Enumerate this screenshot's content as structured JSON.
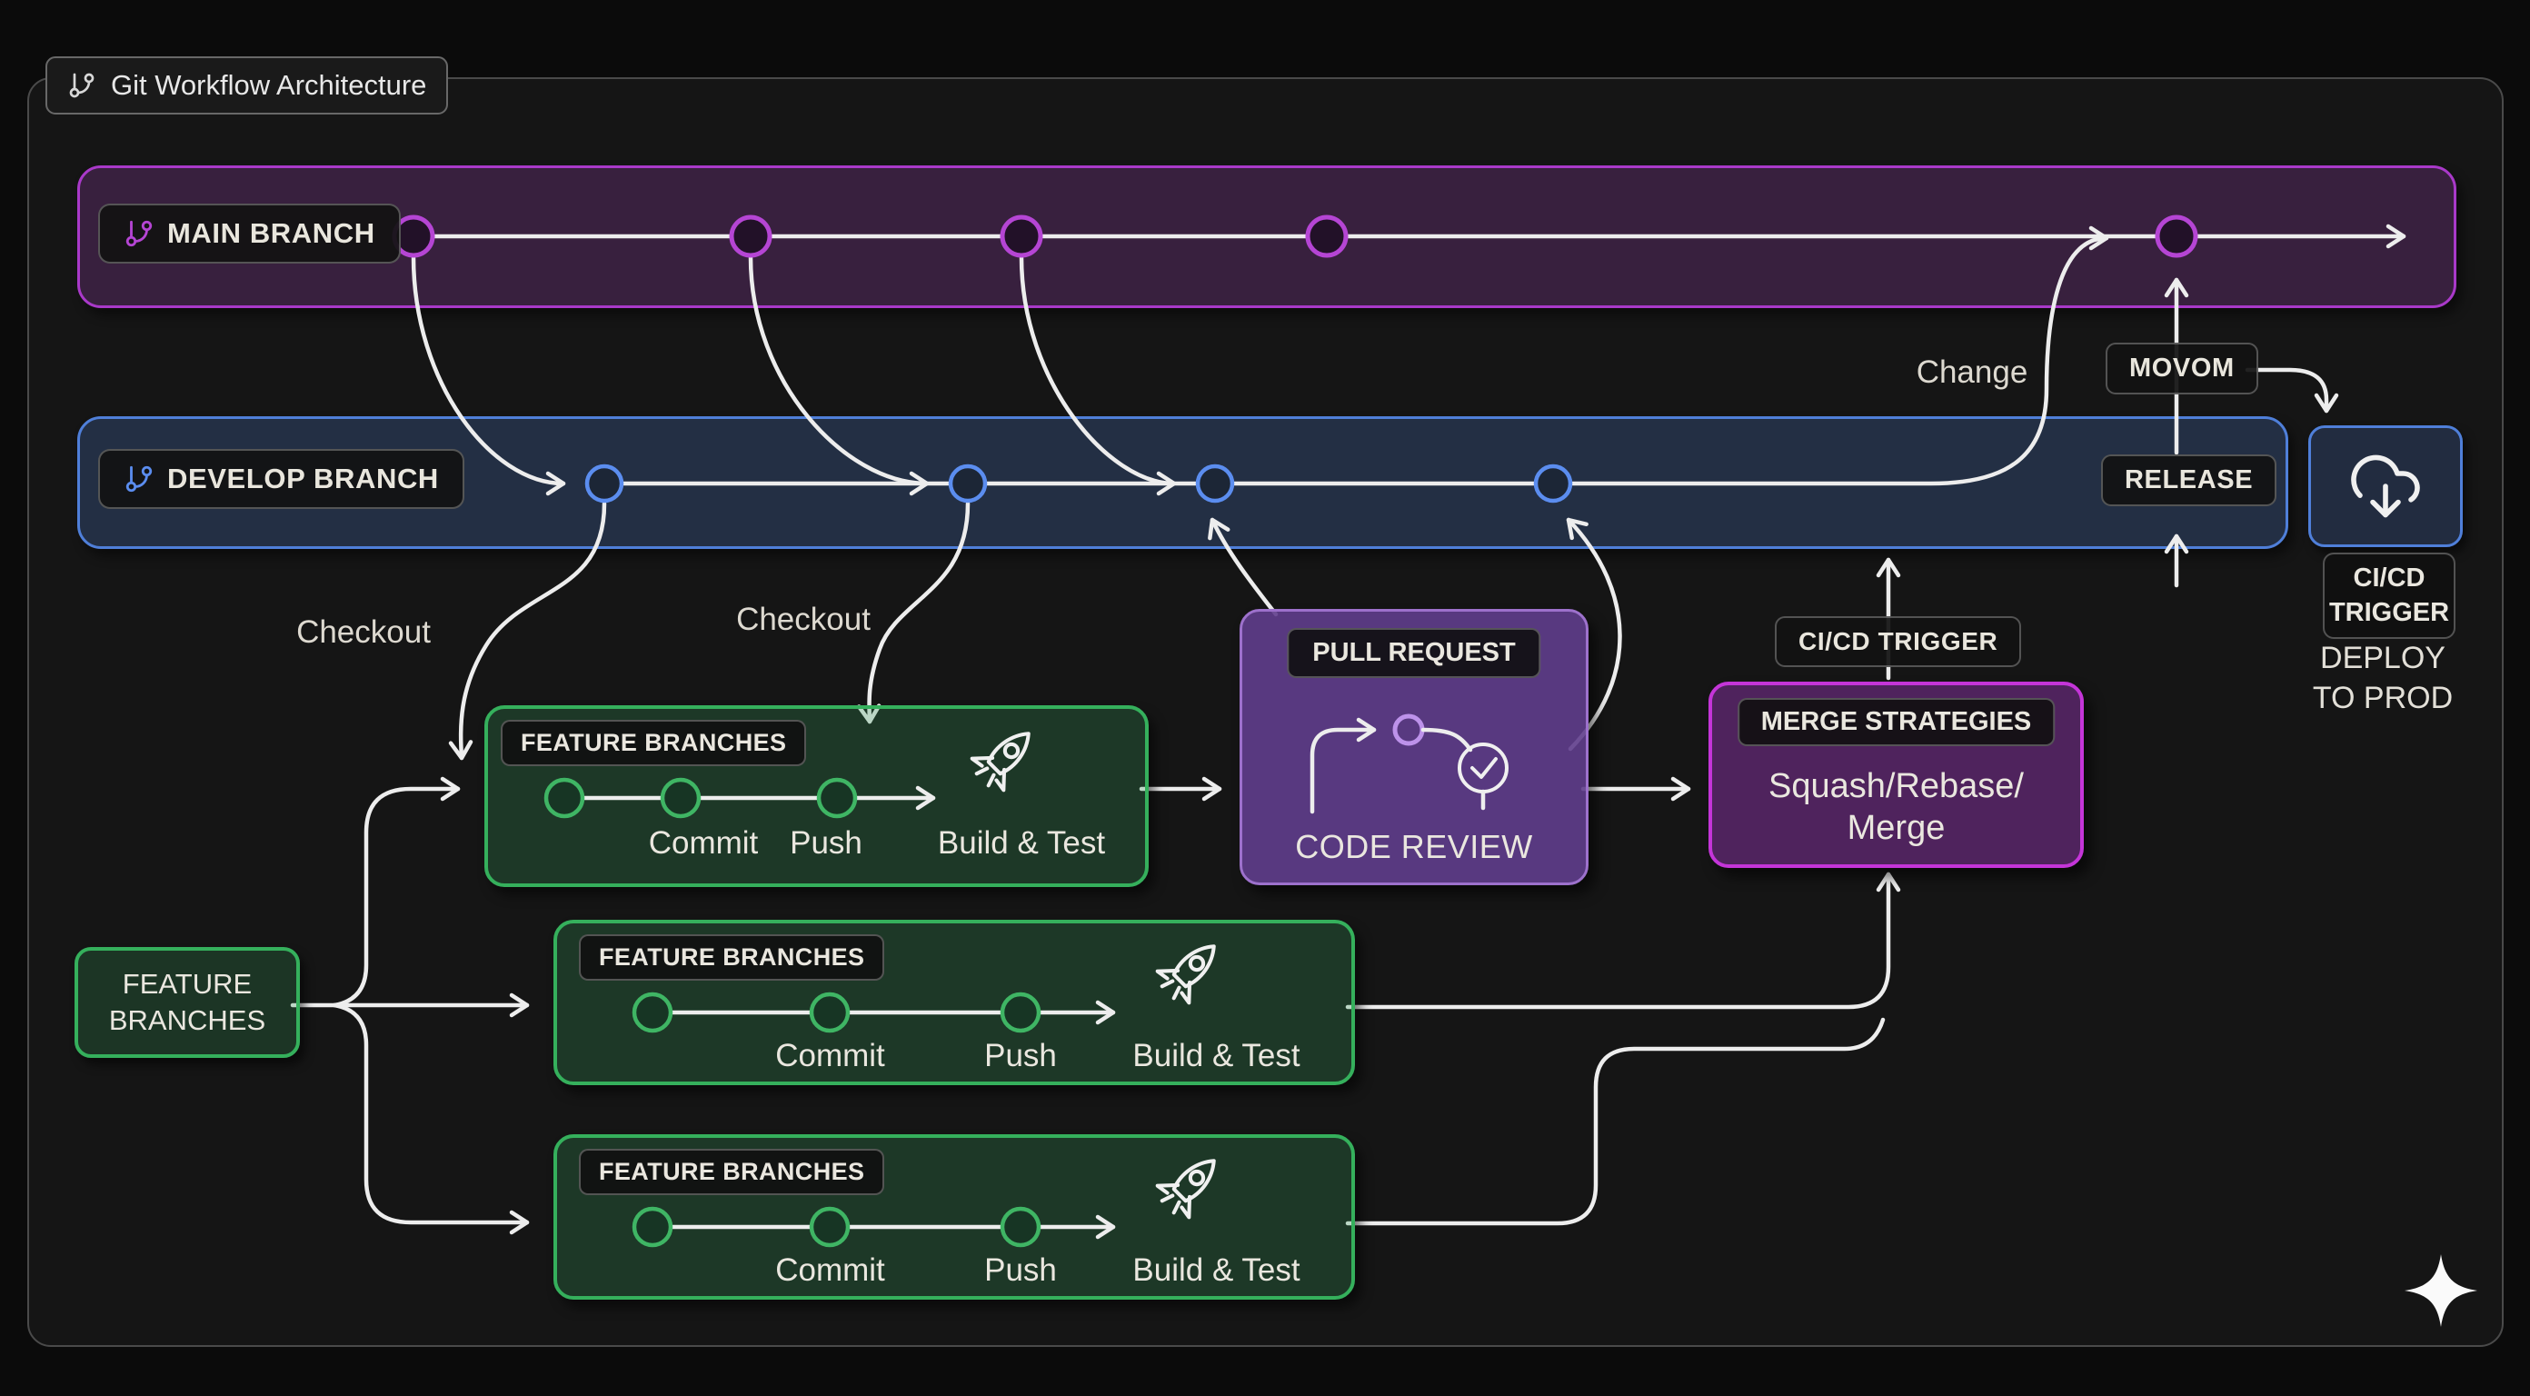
{
  "title": {
    "text": "Git Workflow Architecture"
  },
  "main_branch": {
    "label": "MAIN BRANCH"
  },
  "develop_branch": {
    "label": "DEVELOP BRANCH"
  },
  "feature_source": {
    "line1": "FEATURE",
    "line2": "BRANCHES"
  },
  "feature_boxes": [
    {
      "badge": "FEATURE BRANCHES",
      "commit": "Commit",
      "push": "Push",
      "build": "Build & Test"
    },
    {
      "badge": "FEATURE BRANCHES",
      "commit": "Commit",
      "push": "Push",
      "build": "Build & Test"
    },
    {
      "badge": "FEATURE BRANCHES",
      "commit": "Commit",
      "push": "Push",
      "build": "Build & Test"
    }
  ],
  "pull_request": {
    "badge": "PULL REQUEST",
    "caption": "CODE REVIEW"
  },
  "merge_strategies": {
    "badge": "MERGE STRATEGIES",
    "line1": "Squash/Rebase/",
    "line2": "Merge"
  },
  "annotations": {
    "checkout_left": "Checkout",
    "checkout_right": "Checkout",
    "change": "Change",
    "cicd_trigger": "CI/CD TRIGGER",
    "movom": "MOVOM",
    "release": "RELEASE"
  },
  "deploy": {
    "badge_line1": "CI/CD",
    "badge_line2": "TRIGGER",
    "caption_line1": "DEPLOY",
    "caption_line2": "TO PROD"
  },
  "colors": {
    "main_accent": "#a939c9",
    "develop_accent": "#4f7fd9",
    "feature_accent": "#35b05c",
    "pull_request_accent": "#9d71cc",
    "merge_accent": "#c435d8",
    "connector": "#ededed",
    "background": "#0b0b0b"
  }
}
